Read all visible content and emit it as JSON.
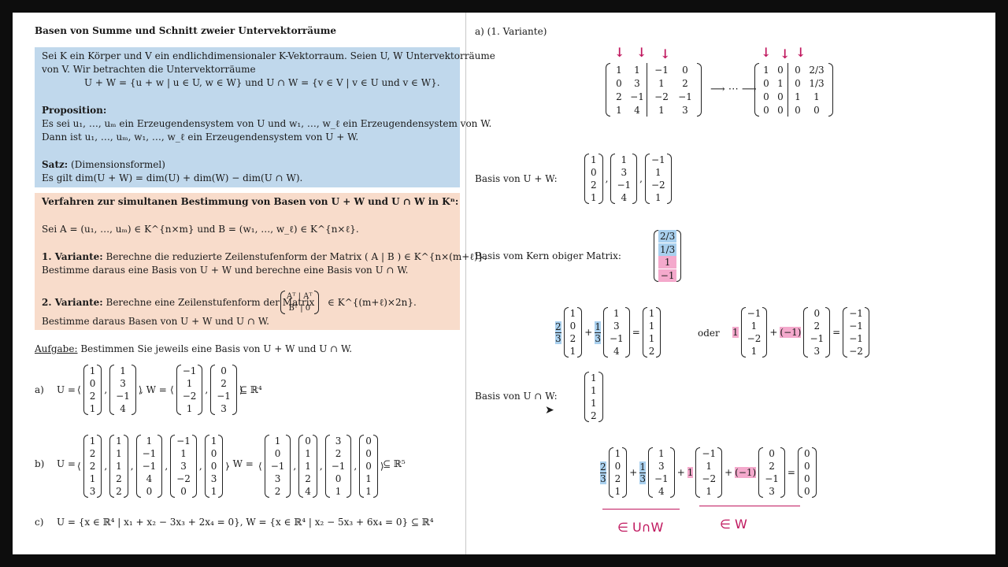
{
  "title": "Basen von Summe und Schnitt zweier Untervektorräume",
  "blue_box": {
    "line1": "Sei K ein Körper und V ein endlichdimensionaler K-Vektorraum. Seien U, W Untervektorräume",
    "line2": "von V. Wir betrachten die Untervektorräume",
    "line3": "U + W = {u + w | u ∈ U, w ∈ W}    und    U ∩ W = {v ∈ V | v ∈ U und v ∈ W}.",
    "prop_label": "Proposition:",
    "prop1": "Es sei u₁, …, uₘ ein Erzeugendensystem von U und w₁, …, w_ℓ ein Erzeugendensystem von W.",
    "prop2": "Dann ist u₁, …, uₘ, w₁, …, w_ℓ ein Erzeugendensystem von U + W.",
    "satz_label": "Satz:",
    "satz_name": " (Dimensionsformel)",
    "satz": "Es gilt dim(U + W) = dim(U) + dim(W) − dim(U ∩ W)."
  },
  "peach_box": {
    "heading": "Verfahren zur simultanen Bestimmung von Basen von U + W und U ∩ W in Kⁿ:",
    "setup": "Sei A = (u₁, …, uₘ) ∈ K^{n×m} und B = (w₁, …, w_ℓ) ∈ K^{n×ℓ}.",
    "v1_label": "1. Variante:",
    "v1": " Berechne die reduzierte Zeilenstufenform der Matrix ( A | B ) ∈ K^{n×(m+ℓ)}.",
    "v1b": "Bestimme daraus eine Basis von U + W und berechne eine Basis von U ∩ W.",
    "v2_label": "2. Variante:",
    "v2": " Berechne eine Zeilenstufenform der Matrix",
    "v2m_top": "Aᵀ | Aᵀ",
    "v2m_bot": "Bᵀ | 0",
    "v2_end": "∈ K^{(m+ℓ)×2n}.",
    "v2b": "Bestimme daraus Basen von U + W und U ∩ W."
  },
  "task": {
    "label": "Aufgabe:",
    "text": " Bestimmen Sie jeweils eine Basis von U + W und U ∩ W.",
    "a_label": "a)",
    "a_U": "U =",
    "a_W": ", W =",
    "a_end": "⊆ ℝ⁴",
    "a_U_vectors": [
      [
        "1",
        "0",
        "2",
        "1"
      ],
      [
        "1",
        "3",
        "−1",
        "4"
      ]
    ],
    "a_W_vectors": [
      [
        "−1",
        "1",
        "−2",
        "1"
      ],
      [
        "0",
        "2",
        "−1",
        "3"
      ]
    ],
    "b_label": "b)",
    "b_U": "U =",
    "b_W": ", W =",
    "b_end": "⊆ ℝ⁵",
    "b_U_vectors": [
      [
        "1",
        "2",
        "2",
        "1",
        "3"
      ],
      [
        "1",
        "1",
        "1",
        "2",
        "2"
      ],
      [
        "1",
        "−1",
        "−1",
        "4",
        "0"
      ],
      [
        "−1",
        "1",
        "3",
        "−2",
        "0"
      ],
      [
        "1",
        "0",
        "0",
        "3",
        "1"
      ]
    ],
    "b_W_vectors": [
      [
        "1",
        "0",
        "−1",
        "3",
        "2"
      ],
      [
        "0",
        "1",
        "1",
        "2",
        "4"
      ],
      [
        "3",
        "2",
        "−1",
        "0",
        "1"
      ],
      [
        "0",
        "0",
        "0",
        "1",
        "1"
      ]
    ],
    "c_label": "c)",
    "c_text": "U = {x ∈ ℝ⁴ | x₁ + x₂ − 3x₃ + 2x₄ = 0},  W = {x ∈ ℝ⁴ | x₂ − 5x₃ + 6x₄ = 0} ⊆ ℝ⁴"
  },
  "right": {
    "header": "a)     (1. Variante)",
    "matrix_left": [
      [
        "1",
        "1",
        "−1",
        "0"
      ],
      [
        "0",
        "3",
        "1",
        "2"
      ],
      [
        "2",
        "−1",
        "−2",
        "−1"
      ],
      [
        "1",
        "4",
        "1",
        "3"
      ]
    ],
    "matrix_right": [
      [
        "1",
        "0",
        "0",
        "2/3"
      ],
      [
        "0",
        "1",
        "0",
        "1/3"
      ],
      [
        "0",
        "0",
        "1",
        "1"
      ],
      [
        "0",
        "0",
        "0",
        "0"
      ]
    ],
    "arrow_text": "⟶ ⋯ ⟶",
    "basis_sum_label": "Basis von U + W:",
    "basis_sum": [
      [
        "1",
        "0",
        "2",
        "1"
      ],
      [
        "1",
        "3",
        "−1",
        "4"
      ],
      [
        "−1",
        "1",
        "−2",
        "1"
      ]
    ],
    "kern_label": "Basis vom Kern obiger Matrix:",
    "kern": [
      "2/3",
      "1/3",
      "1",
      "−1"
    ],
    "eq1_coef1": "2/3",
    "eq1_coef2": "1/3",
    "eq1_v1": [
      "1",
      "0",
      "2",
      "1"
    ],
    "eq1_v2": [
      "1",
      "3",
      "−1",
      "4"
    ],
    "eq1_res": [
      "1",
      "1",
      "1",
      "2"
    ],
    "oder": "oder",
    "eq2_coef1": "1",
    "eq2_coef2": "(−1)",
    "eq2_v1": [
      "−1",
      "1",
      "−2",
      "1"
    ],
    "eq2_v2": [
      "0",
      "2",
      "−1",
      "3"
    ],
    "eq2_res": [
      "−1",
      "−1",
      "−1",
      "−2"
    ],
    "basis_int_label": "Basis von U ∩ W:",
    "basis_int": [
      "1",
      "1",
      "1",
      "2"
    ],
    "final_res": [
      "0",
      "0",
      "0",
      "0"
    ],
    "hand_UW": "∈ U∩W",
    "hand_W": "∈ W"
  },
  "colors": {
    "blue_box": "#c0d8ec",
    "peach_box": "#f8dccb",
    "highlight_blue": "#a9d0ee",
    "highlight_pink": "#f4a9cc",
    "ink_pink": "#c0175e"
  }
}
